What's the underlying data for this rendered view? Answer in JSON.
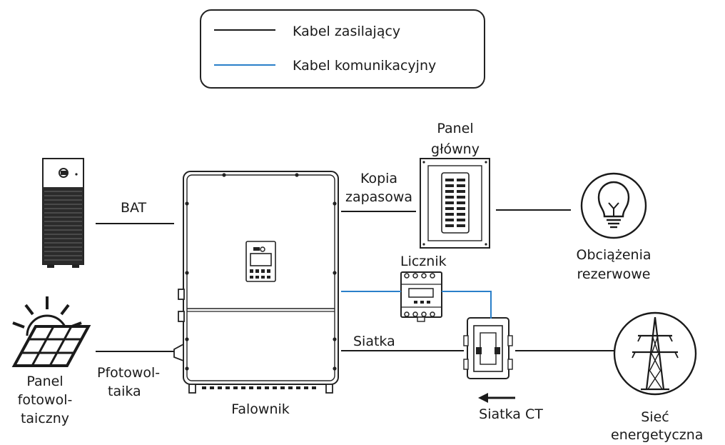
{
  "legend": {
    "power_cable": "Kabel zasilający",
    "comm_cable": "Kabel komunikacyjny",
    "power_color": "#1a1a1a",
    "comm_color": "#2a7fc9"
  },
  "labels": {
    "bat": "BAT",
    "backup_line1": "Kopia",
    "backup_line2": "zapasowa",
    "main_panel_line1": "Panel",
    "main_panel_line2": "główny",
    "loads_line1": "Obciążenia",
    "loads_line2": "rezerwowe",
    "meter": "Licznik",
    "grid": "Siatka",
    "pv_line1": "Pfotowol-",
    "pv_line2": "taika",
    "inverter": "Falownik",
    "grid_ct": "Siatka CT",
    "pv_panel_line1": "Panel",
    "pv_panel_line2": "fotowol-",
    "pv_panel_line3": "taiczny",
    "utility_line1": "Sieć",
    "utility_line2": "energetyczna"
  }
}
